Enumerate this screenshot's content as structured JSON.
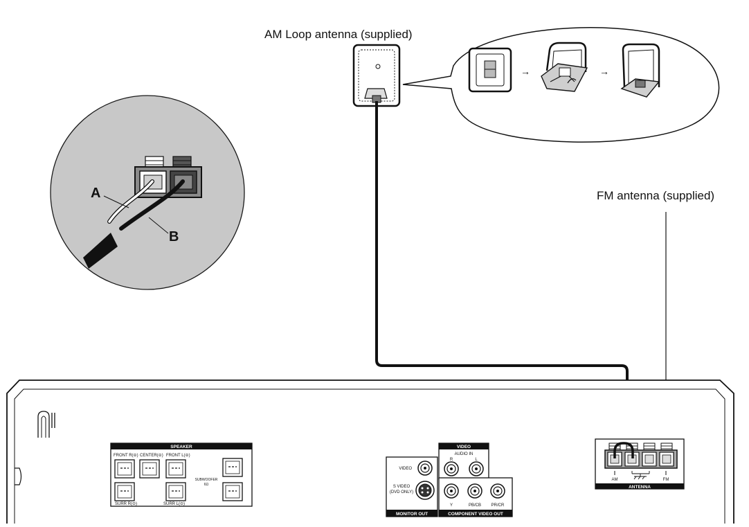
{
  "labels": {
    "am_antenna": "AM Loop antenna (supplied)",
    "fm_antenna": "FM antenna (supplied)",
    "wire_a": "A",
    "wire_b": "B"
  },
  "speaker_panel": {
    "title": "SPEAKER",
    "front_r": "FRONT R(⊝)",
    "center": "CENTER(⊝)",
    "front_l": "FRONT L(⊝)",
    "subwoofer": "SUBWOOFER",
    "subwoofer_ohm": "6Ω",
    "surr_r": "SURR R(⊝)",
    "surr_l": "SURR L(⊝)"
  },
  "video_panel": {
    "title": "VIDEO",
    "audio_in": "AUDIO IN",
    "audio_r": "R",
    "audio_l": "L",
    "video_jack": "VIDEO",
    "s_video": "S VIDEO",
    "dvd_only": "(DVD ONLY)",
    "monitor_out": "MONITOR OUT",
    "comp_y": "Y",
    "comp_pb": "PB/CB",
    "comp_pr": "PR/CR",
    "component_out": "COMPONENT VIDEO OUT"
  },
  "antenna_panel": {
    "title": "ANTENNA",
    "am": "AM",
    "fm": "FM"
  }
}
